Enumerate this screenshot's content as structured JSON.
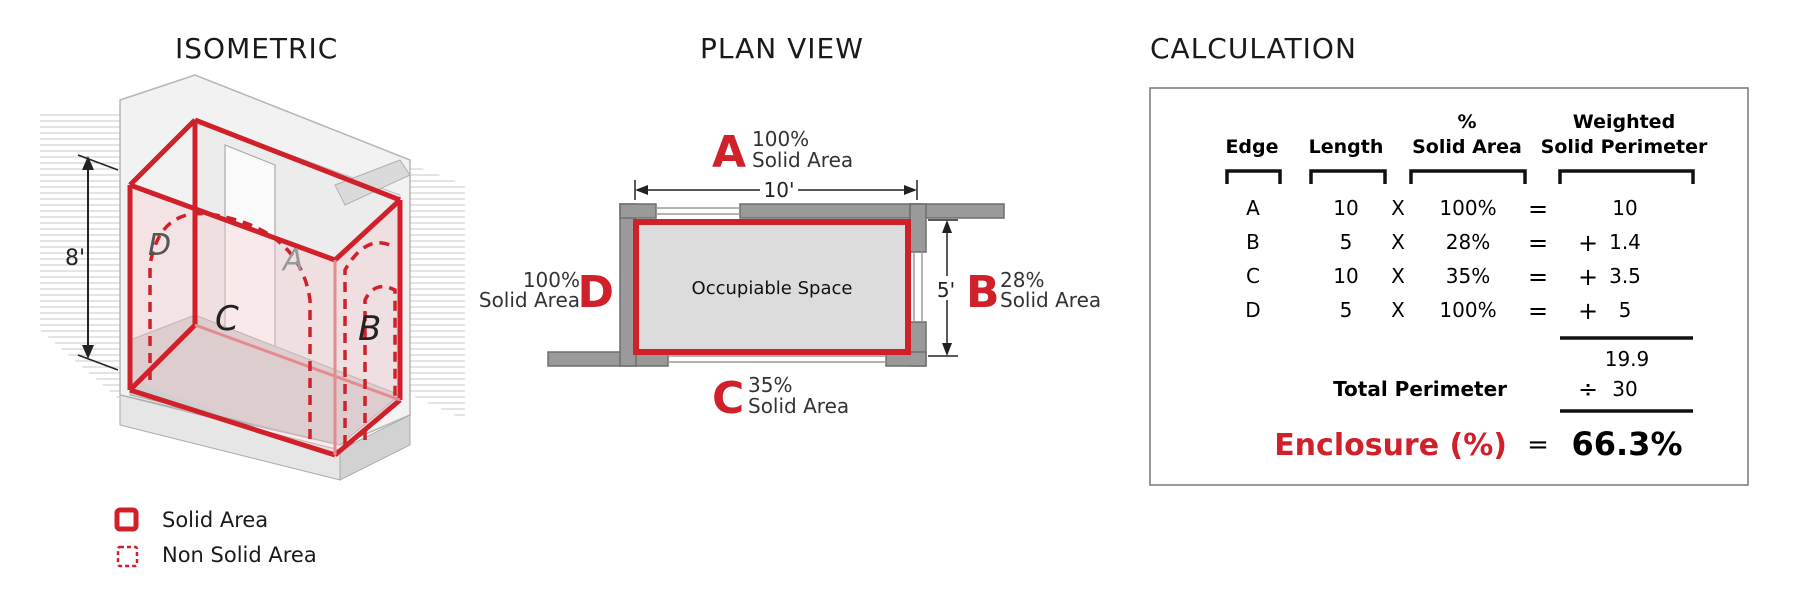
{
  "headings": {
    "isometric": "ISOMETRIC",
    "plan": "PLAN VIEW",
    "calculation": "CALCULATION"
  },
  "isometric": {
    "height_label": "8'",
    "edge_labels": [
      "A",
      "B",
      "C",
      "D"
    ]
  },
  "legend": {
    "solid": "Solid Area",
    "non_solid": "Non Solid Area"
  },
  "plan": {
    "space_label": "Occupiable Space",
    "width_label": "10'",
    "depth_label": "5'",
    "edges": [
      {
        "letter": "A",
        "percent": "100%",
        "caption": "Solid Area"
      },
      {
        "letter": "B",
        "percent": "28%",
        "caption": "Solid Area"
      },
      {
        "letter": "C",
        "percent": "35%",
        "caption": "Solid Area"
      },
      {
        "letter": "D",
        "percent": "100%",
        "caption": "Solid Area"
      }
    ]
  },
  "calculation": {
    "headers": {
      "edge": "Edge",
      "length": "Length",
      "pct_line1": "%",
      "pct_line2": "Solid Area",
      "weighted_line1": "Weighted",
      "weighted_line2": "Solid Perimeter"
    },
    "rows": [
      {
        "edge": "A",
        "length": "10",
        "op": "X",
        "pct": "100%",
        "eq": "=",
        "sign": "",
        "value": "10"
      },
      {
        "edge": "B",
        "length": "5",
        "op": "X",
        "pct": "28%",
        "eq": "=",
        "sign": "+",
        "value": "1.4"
      },
      {
        "edge": "C",
        "length": "10",
        "op": "X",
        "pct": "35%",
        "eq": "=",
        "sign": "+",
        "value": "3.5"
      },
      {
        "edge": "D",
        "length": "5",
        "op": "X",
        "pct": "100%",
        "eq": "=",
        "sign": "+",
        "value": "5"
      }
    ],
    "subtotal": "19.9",
    "total_label": "Total Perimeter",
    "divide_sign": "÷",
    "total_value": "30",
    "result_label": "Enclosure (%)",
    "result_eq": "=",
    "result_value": "66.3%"
  },
  "colors": {
    "solid_red": "#d0202a",
    "wall_gray": "#9a9a9a",
    "floor_gray": "#dcdcdc"
  }
}
